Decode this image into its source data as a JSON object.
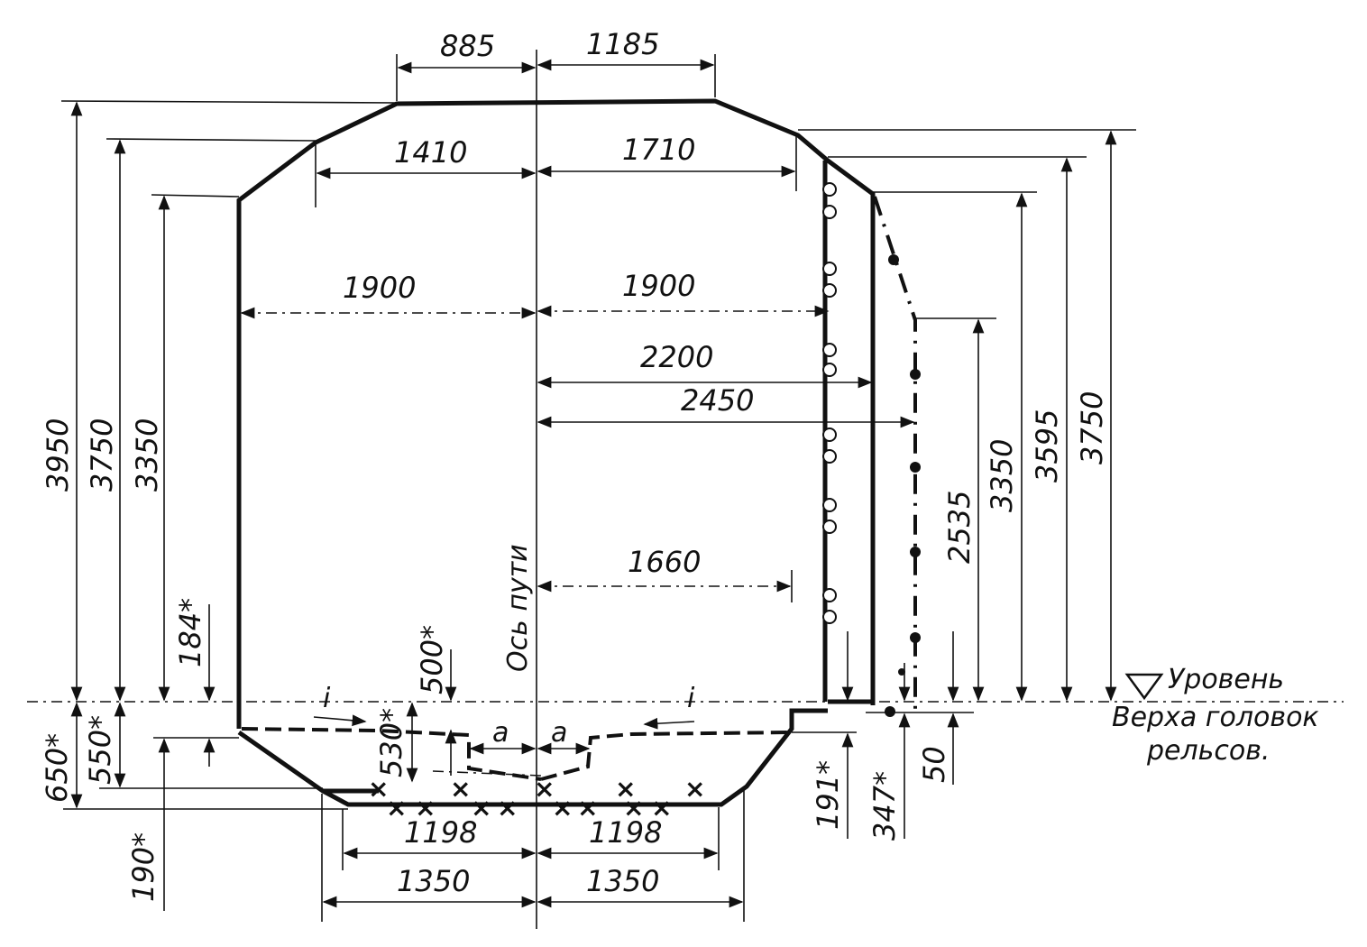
{
  "dims": {
    "top_left_885": "885",
    "top_right_1185": "1185",
    "mid_left_1410": "1410",
    "mid_right_1710": "1710",
    "wide_left_1900": "1900",
    "wide_right_1900": "1900",
    "d2200": "2200",
    "d2450": "2450",
    "d1660": "1660",
    "bot_left_1198": "1198",
    "bot_right_1198": "1198",
    "base_left_1350": "1350",
    "base_right_1350": "1350",
    "v3950": "3950",
    "v3750_left": "3750",
    "v3350_left": "3350",
    "v184": "184*",
    "v650": "650*",
    "v550": "550*",
    "v190": "190*",
    "v500": "500*",
    "v530": "530*",
    "v2535": "2535",
    "v3350_right": "3350",
    "v3595": "3595",
    "v3750_right": "3750",
    "v191": "191*",
    "v347": "347*",
    "v50": "50"
  },
  "labels": {
    "axis": "Ось пути",
    "level_line1": "Уровень",
    "level_line2": "Верха головок",
    "level_line3": "рельсов.",
    "i_left": "i",
    "i_right": "i",
    "a_left": "a",
    "a_right": "a"
  }
}
